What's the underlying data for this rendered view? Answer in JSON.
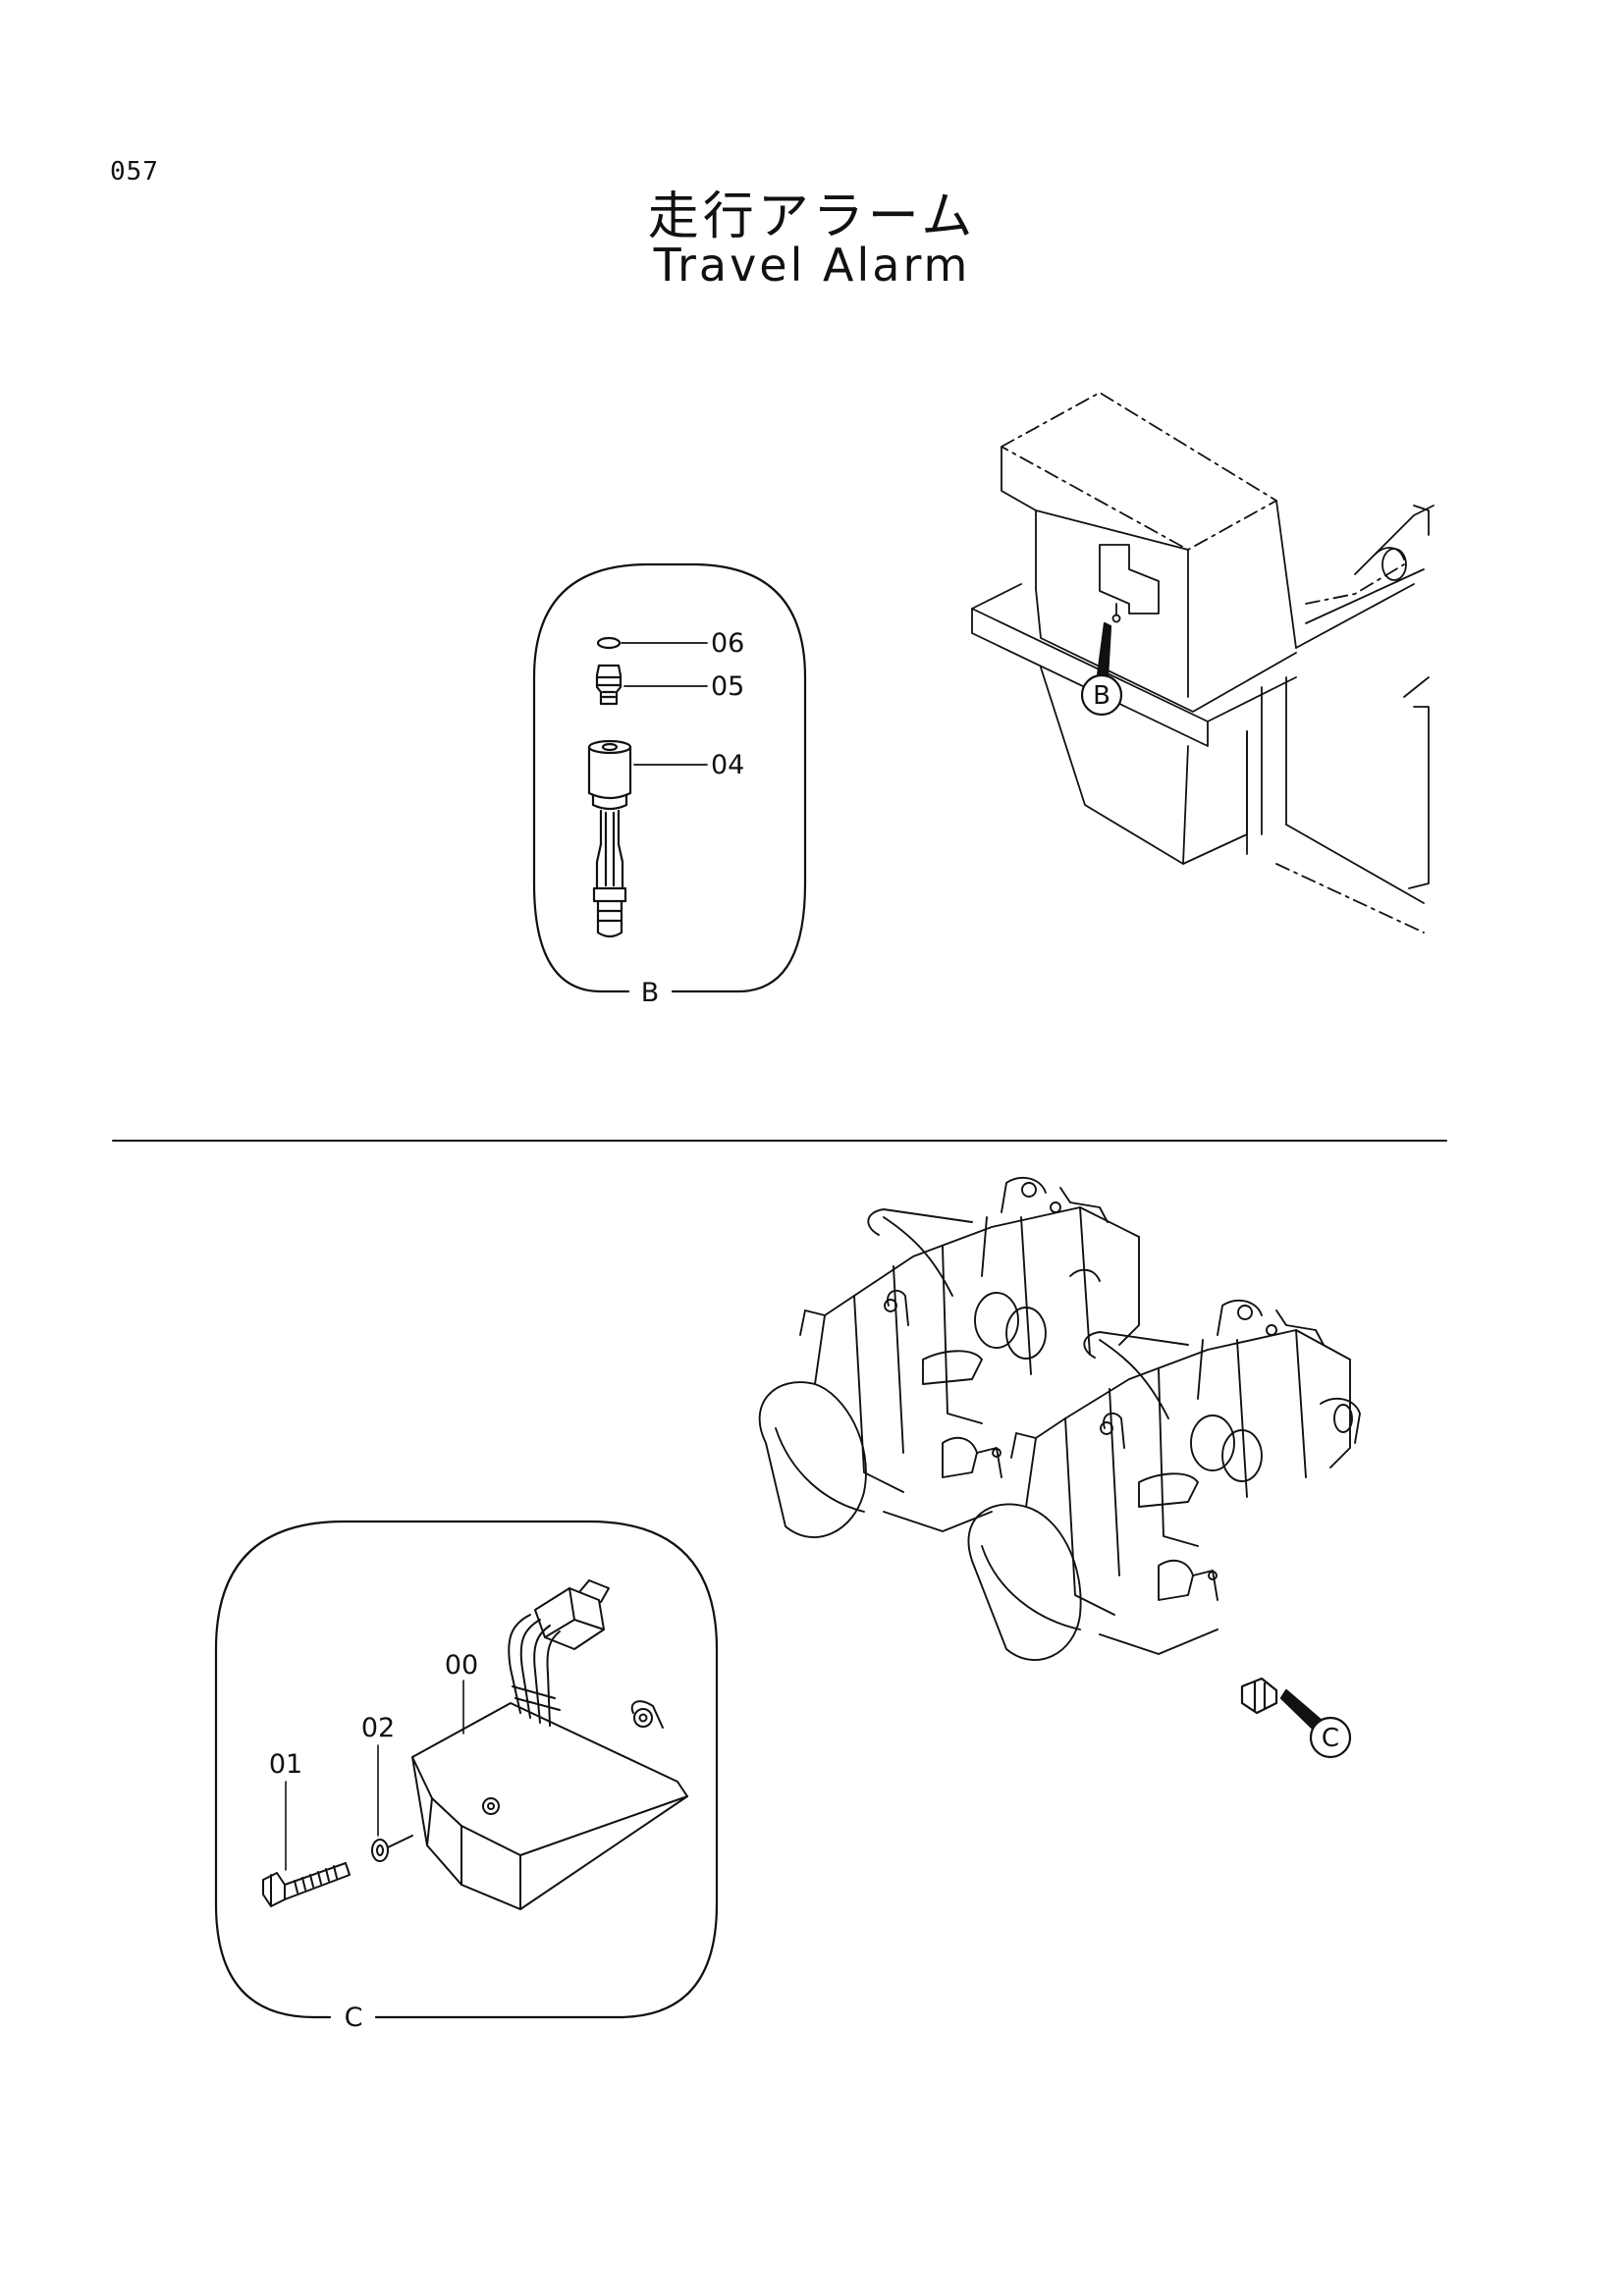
{
  "page": {
    "number": "057"
  },
  "title": {
    "japanese": "走行アラーム",
    "english": "Travel Alarm"
  },
  "detail_b": {
    "frame_label": "B",
    "callout_label": "B",
    "parts": [
      "06",
      "05",
      "04"
    ]
  },
  "detail_c": {
    "frame_label": "C",
    "callout_label": "C",
    "parts": [
      "00",
      "01",
      "02"
    ]
  }
}
